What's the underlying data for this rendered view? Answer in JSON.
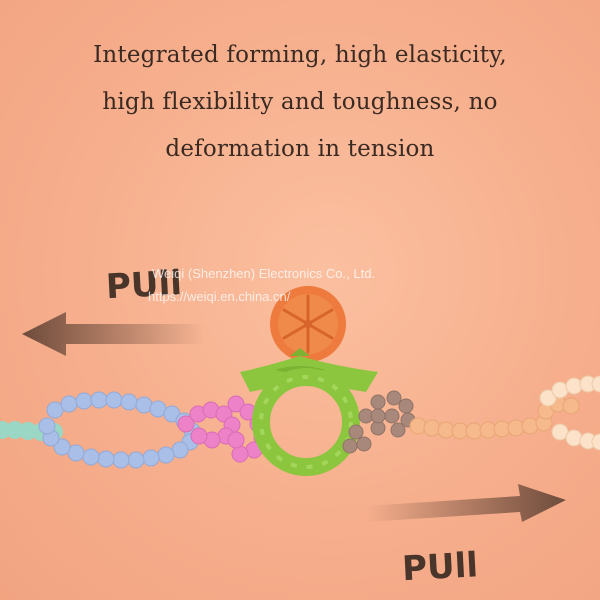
{
  "headline": {
    "lines": [
      "Integrated forming, high elasticity,",
      "high flexibility and toughness, no",
      "deformation in tension"
    ]
  },
  "labels": {
    "pull_top": "PUll",
    "pull_bottom": "PUll"
  },
  "watermark": {
    "company": "Weiqi (Shenzhen) Electronics Co., Ltd.",
    "url": "https://weiqi.en.china.cn/"
  },
  "colors": {
    "background": "#f6ae8c",
    "text": "#3a2a22",
    "arrow": "#6e4c3c",
    "teether_orange": "#ee7a3d",
    "teether_green": "#8cc63f",
    "chain_blue": "#a9bfe8",
    "chain_pink": "#ee82c9",
    "chain_mint": "#9ad7c4",
    "chain_peach": "#f6b98c",
    "chain_cream": "#fbe2c8",
    "chain_brown": "#a8887a"
  }
}
